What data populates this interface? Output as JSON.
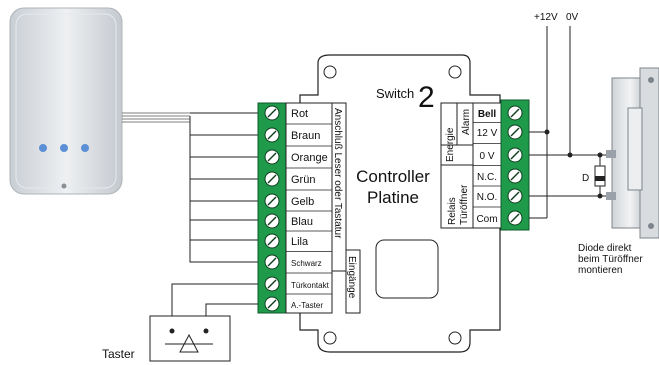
{
  "diagram": {
    "brand": {
      "prefix": "Switch",
      "number": "2"
    },
    "controller": {
      "line1": "Controller",
      "line2": "Platine"
    },
    "left_terminals": [
      "Rot",
      "Braun",
      "Orange",
      "Grün",
      "Gelb",
      "Blau",
      "Lila",
      "Schwarz",
      "Türkontakt",
      "A.-Taster"
    ],
    "left_group_labels": {
      "reader": "Anschluß Leser oder Tastatur",
      "inputs": "Eingänge"
    },
    "right_terminals": [
      "Bell",
      "12 V",
      "0 V",
      "N.C.",
      "N.O.",
      "Com"
    ],
    "right_group_labels": {
      "energy": "Energie",
      "alarm": "Alarm",
      "relay": "Relais Türöffner"
    },
    "power": {
      "plus": "+12V",
      "zero": "0V"
    },
    "diode": {
      "label": "D",
      "note": [
        "Diode direkt",
        "beim Türöffner",
        "montieren"
      ]
    },
    "button_label": "Taster",
    "colors": {
      "terminal_green": "#1f9a4a",
      "reader_body": "#d9dde2",
      "led": "#5b8fd6"
    }
  }
}
